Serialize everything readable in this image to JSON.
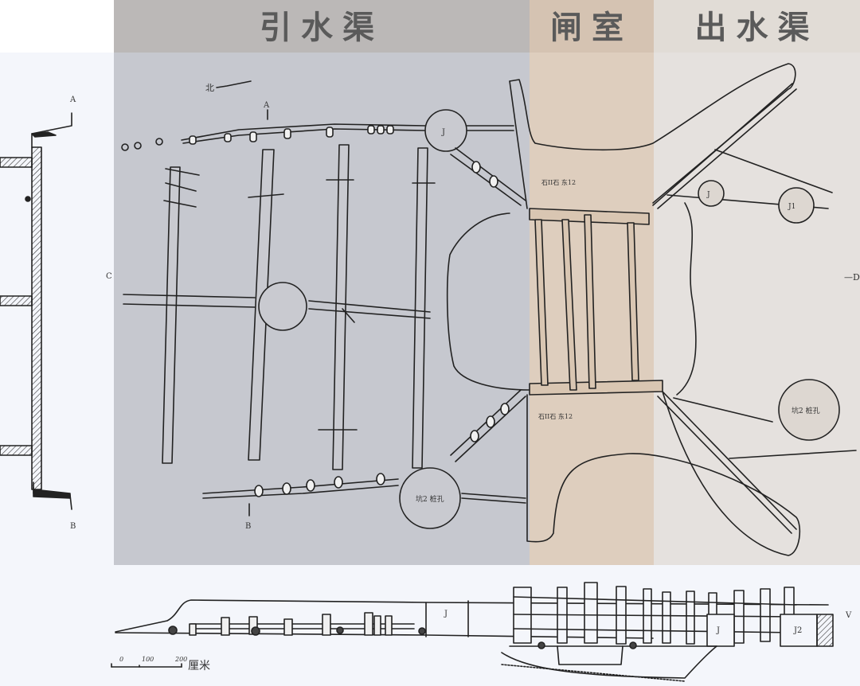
{
  "figure": {
    "subject": "Ancient sluice gate structure, plan and section drawings",
    "sections": [
      {
        "id": "intake",
        "label": "引水渠",
        "color": "#bbb8b7"
      },
      {
        "id": "chamber",
        "label": "闸室",
        "color": "#d5c3b2"
      },
      {
        "id": "outlet",
        "label": "出水渠",
        "color": "#e1dcd6"
      }
    ],
    "plan_annotations": {
      "north_arrow": "北",
      "section_markers": [
        "A",
        "C",
        "D",
        "B"
      ],
      "pit_labels": [
        "J",
        "J",
        "J1",
        "J2"
      ],
      "pit_label_text": "坑2 桩孔",
      "outlet_pit_text": "坑2 桩孔"
    },
    "section_annotations": {
      "labels": [
        "J",
        "J",
        "J2"
      ]
    },
    "scale_bar": {
      "ticks": [
        "0",
        "100",
        "200"
      ],
      "unit": "厘米"
    }
  }
}
